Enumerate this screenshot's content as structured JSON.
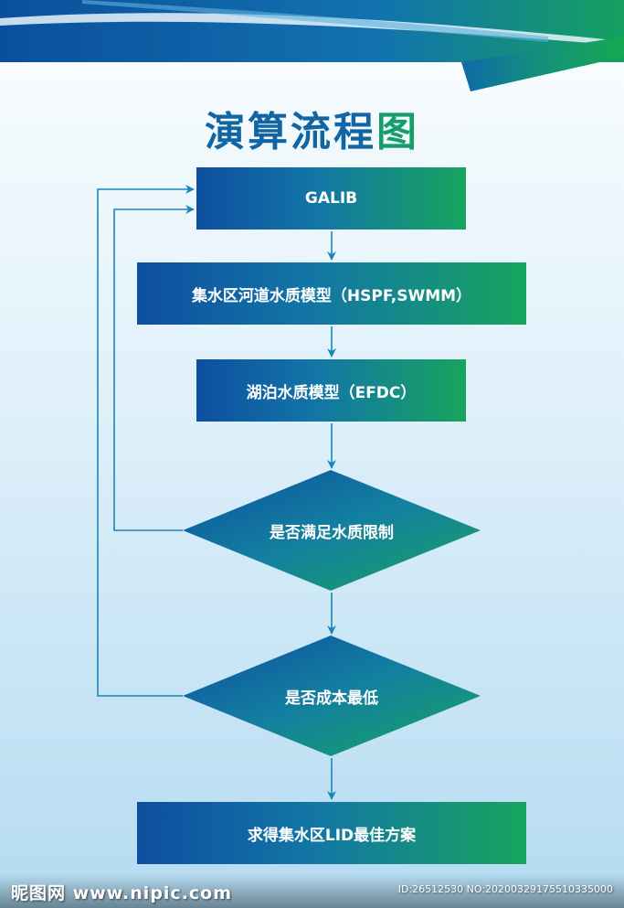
{
  "title": {
    "main": "演算流程",
    "accent": "图"
  },
  "nodes": {
    "galib": "GALIB",
    "catchment_model": "集水区河道水质模型（HSPF,SWMM）",
    "lake_model": "湖泊水质模型（EFDC）",
    "decision_quality": "是否满足水质限制",
    "decision_cost": "是否成本最低",
    "result": "求得集水区LID最佳方案"
  },
  "colors": {
    "title_blue": "#1265a3",
    "title_green": "#159e6a",
    "box_start": "#0d4fa0",
    "box_end": "#17a45e",
    "arrow": "#1a86b8"
  },
  "watermark": {
    "logo": "昵图网 www.nipic.com",
    "id": "ID:26512530 NO:20200329175510335000"
  }
}
